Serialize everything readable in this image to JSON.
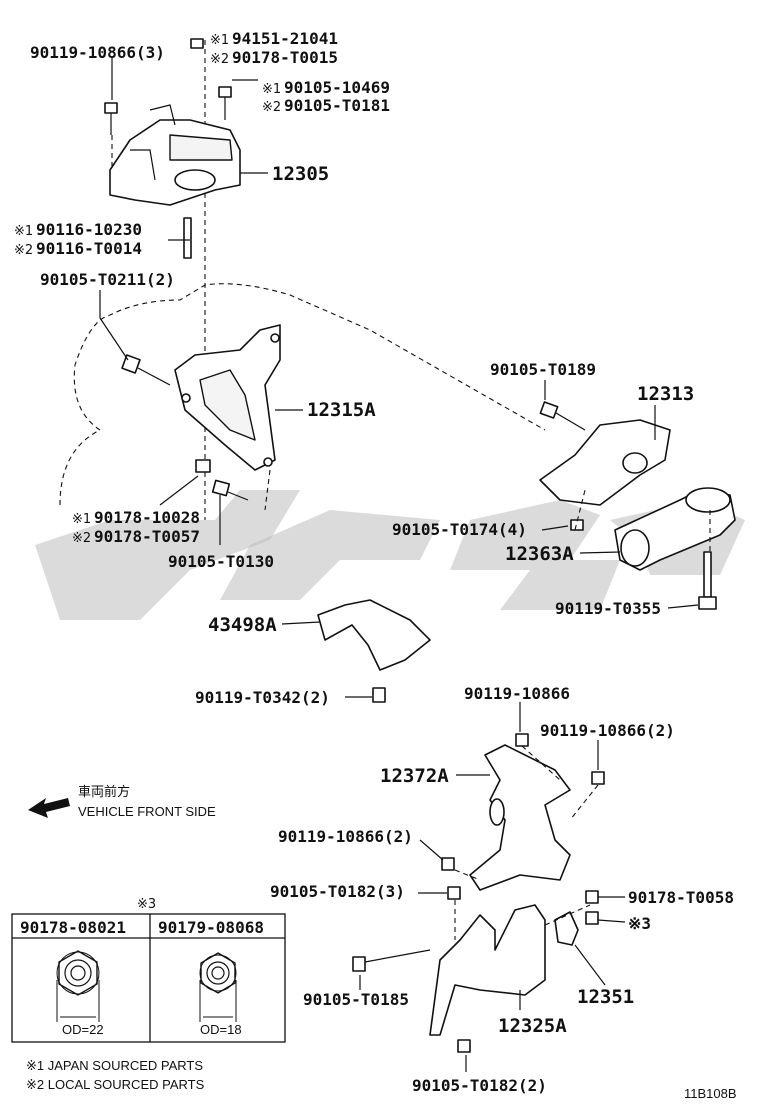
{
  "labels": {
    "l1": "90119-10866(3)",
    "l2_mark1": "※1",
    "l2": "94151-21041",
    "l3_mark2": "※2",
    "l3": "90178-T0015",
    "l4_mark1": "※1",
    "l4": "90105-10469",
    "l5_mark2": "※2",
    "l5": "90105-T0181",
    "l6": "12305",
    "l7_mark1": "※1",
    "l7": "90116-10230",
    "l8_mark2": "※2",
    "l8": "90116-T0014",
    "l9": "90105-T0211(2)",
    "l10": "12315A",
    "l11": "90105-T0189",
    "l12": "12313",
    "l13_mark1": "※1",
    "l13": "90178-10028",
    "l14_mark2": "※2",
    "l14": "90178-T0057",
    "l15": "90105-T0130",
    "l16": "90105-T0174(4)",
    "l17": "12363A",
    "l18": "90119-T0355",
    "l19": "43498A",
    "l20": "90119-T0342(2)",
    "l21": "90119-10866",
    "l22": "90119-10866(2)",
    "l23": "12372A",
    "l24": "90119-10866(2)",
    "l25": "90105-T0182(3)",
    "l26": "90178-T0058",
    "l27": "※3",
    "l28": "90105-T0185",
    "l29": "12351",
    "l30": "12325A",
    "l31": "90105-T0182(2)"
  },
  "front": {
    "jp": "車両前方",
    "en": "VEHICLE FRONT SIDE"
  },
  "table": {
    "caption": "※3",
    "col1": "90178-08021",
    "col2": "90179-08068",
    "od1": "OD=22",
    "od2": "OD=18"
  },
  "notes": {
    "n1": "※1 JAPAN SOURCED PARTS",
    "n2": "※2 LOCAL SOURCED PARTS"
  },
  "ref": "11B108B"
}
